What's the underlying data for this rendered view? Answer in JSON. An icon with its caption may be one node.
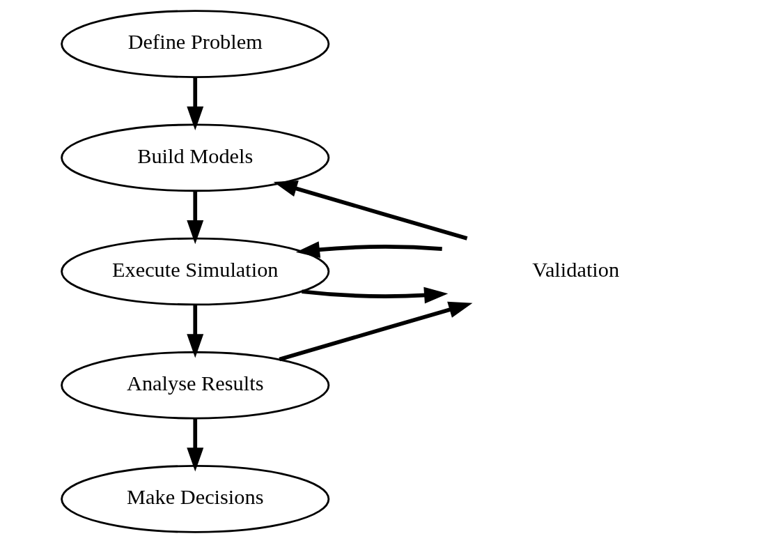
{
  "diagram": {
    "nodes": [
      {
        "text": [
          "Define Problem"
        ]
      },
      {
        "text": [
          "Build Models"
        ]
      },
      {
        "text": [
          "Execute Simulation"
        ]
      },
      {
        "text": [
          "Analyse Results"
        ]
      },
      {
        "text": [
          "Make Decisions"
        ]
      },
      {
        "text": [
          "Validation"
        ]
      }
    ],
    "edges": [
      {
        "from": 0,
        "to": 1,
        "arrow": "to"
      },
      {
        "from": 1,
        "to": 2,
        "arrow": "to"
      },
      {
        "from": 2,
        "to": 3,
        "arrow": "to"
      },
      {
        "from": 3,
        "to": 4,
        "arrow": "to"
      },
      {
        "from": 2,
        "to": 5,
        "arrow": "to"
      },
      {
        "from": 3,
        "to": 5,
        "arrow": "to"
      },
      {
        "from": 5,
        "to": 1,
        "arrow": "to"
      },
      {
        "from": 5,
        "to": 2,
        "arrow": "to"
      }
    ]
  }
}
